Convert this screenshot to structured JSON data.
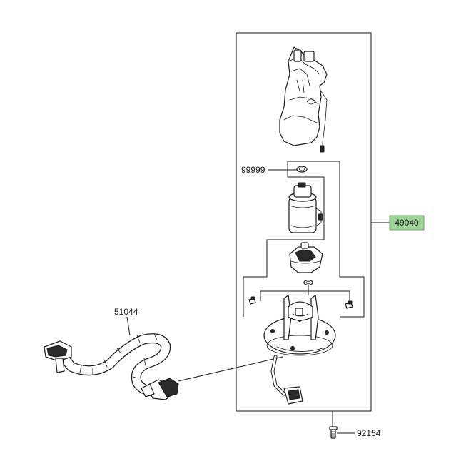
{
  "parts": {
    "assembly": {
      "number": "49040",
      "highlight": "#9fd39a",
      "border": "#6aa864"
    },
    "o_ring": {
      "number": "99999"
    },
    "hose": {
      "number": "51044"
    },
    "bolt": {
      "number": "92154"
    }
  }
}
